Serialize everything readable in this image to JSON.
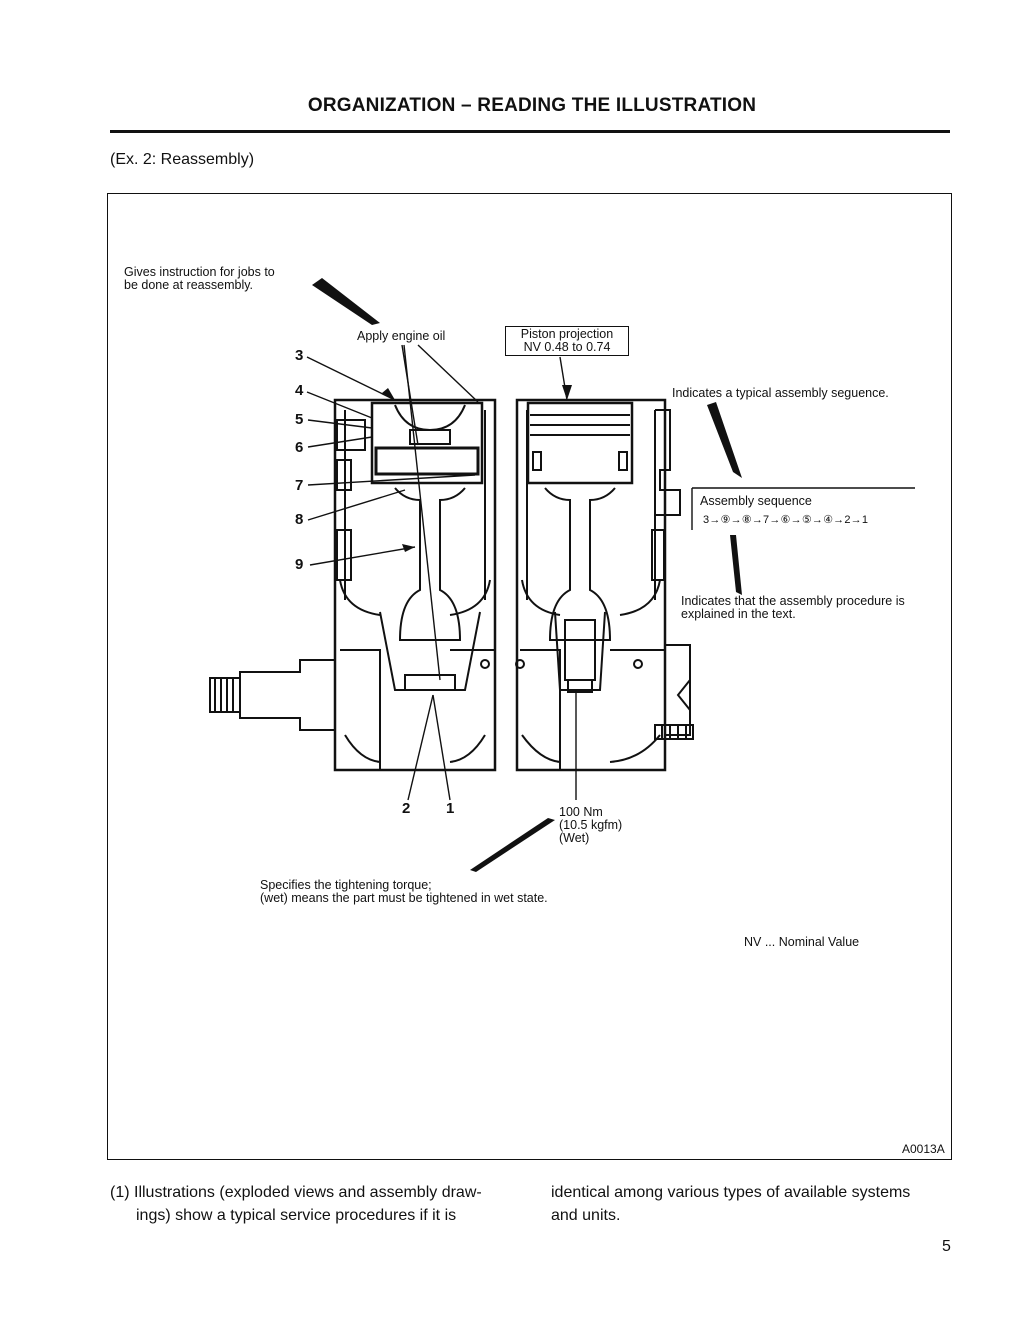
{
  "header": {
    "title": "ORGANIZATION – READING THE ILLUSTRATION",
    "section_label": "(Ex. 2: Reassembly)"
  },
  "figure": {
    "reassembly_note_line1": "Gives instruction for jobs to",
    "reassembly_note_line2": "be done at reassembly.",
    "apply_oil": "Apply engine oil",
    "piston_projection_line1": "Piston projection",
    "piston_projection_line2": "NV 0.48 to 0.74",
    "typical_sequence_note": "Indicates a typical assembly seguence.",
    "assembly_sequence_title": "Assembly sequence",
    "assembly_sequence_steps": "3→⑨→⑧→7→⑥→⑤→④→2→1",
    "text_procedure_line1": "Indicates that the assembly procedure is",
    "text_procedure_line2": "explained in the text.",
    "torque_line1": "100 Nm",
    "torque_line2": "(10.5 kgfm)",
    "torque_line3": "(Wet)",
    "torque_note_line1": "Specifies the tightening torque;",
    "torque_note_line2": "(wet) means the part must be tightened in wet state.",
    "nv_legend": "NV ... Nominal Value",
    "figure_code": "A0013A",
    "part_numbers": {
      "n3": "3",
      "n4": "4",
      "n5": "5",
      "n6": "6",
      "n7": "7",
      "n8": "8",
      "n9": "9",
      "n2": "2",
      "n1": "1"
    }
  },
  "body": {
    "left_line1": "(1) Illustrations (exploded views and assembly draw-",
    "left_line2": "ings) show a typical service procedures if it is",
    "right_line1": "identical among various types of available systems",
    "right_line2": "and units."
  },
  "page_number": "5"
}
